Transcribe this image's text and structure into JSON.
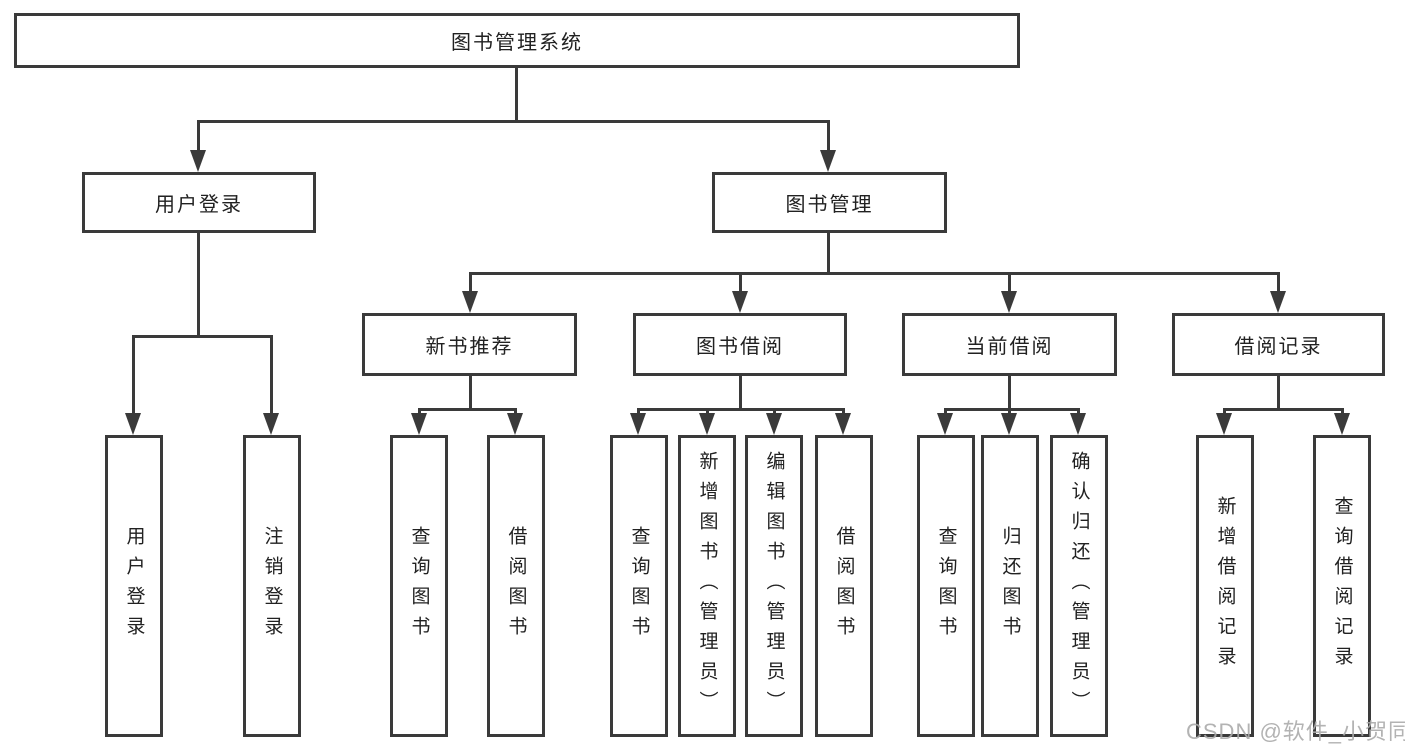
{
  "diagram": {
    "root": {
      "label": "图书管理系统"
    },
    "branches": [
      {
        "label": "用户登录",
        "children": [
          {
            "label": "用户登录"
          },
          {
            "label": "注销登录"
          }
        ]
      },
      {
        "label": "图书管理",
        "children": [
          {
            "label": "新书推荐",
            "children": [
              {
                "label": "查询图书"
              },
              {
                "label": "借阅图书"
              }
            ]
          },
          {
            "label": "图书借阅",
            "children": [
              {
                "label": "查询图书"
              },
              {
                "label": "新增图书（管理员）"
              },
              {
                "label": "编辑图书（管理员）"
              },
              {
                "label": "借阅图书"
              }
            ]
          },
          {
            "label": "当前借阅",
            "children": [
              {
                "label": "查询图书"
              },
              {
                "label": "归还图书"
              },
              {
                "label": "确认归还（管理员）"
              }
            ]
          },
          {
            "label": "借阅记录",
            "children": [
              {
                "label": "新增借阅记录"
              },
              {
                "label": "查询借阅记录"
              }
            ]
          }
        ]
      }
    ]
  },
  "watermark": {
    "text": "CSDN @软件_小贺同学"
  },
  "colors": {
    "line": "#3a3a3a",
    "text": "#212121",
    "background": "#ffffff",
    "watermark": "#ababab"
  }
}
